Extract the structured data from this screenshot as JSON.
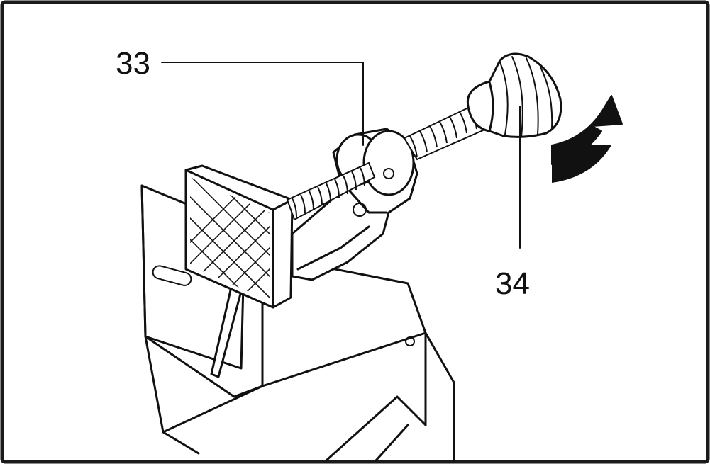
{
  "figure": {
    "callouts": [
      {
        "id": "33",
        "text": "33"
      },
      {
        "id": "34",
        "text": "34"
      }
    ],
    "colors": {
      "line": "#111111",
      "background": "#ffffff",
      "frame": "#1a1a1a"
    },
    "icons": [
      "rotate-arrow-icon"
    ]
  }
}
